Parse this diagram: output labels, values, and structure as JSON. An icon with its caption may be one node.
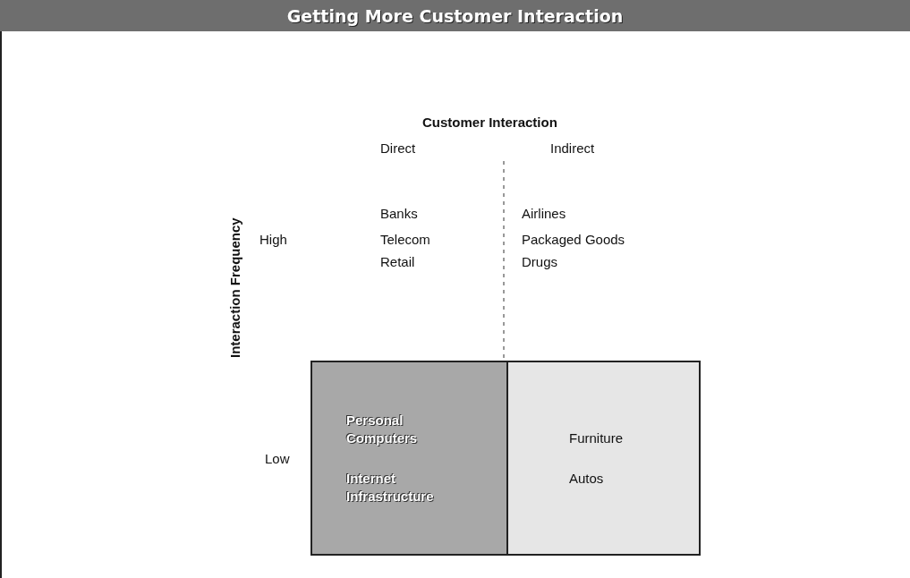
{
  "diagram": {
    "title": "Getting More Customer Interaction",
    "nodes": [
      {
        "text": [
          "Personal Computers",
          "Internet Infrastructure"
        ]
      },
      {
        "text": [
          "Furniture",
          "Autos"
        ]
      }
    ],
    "labels": [
      "Customer Interaction",
      "Direct",
      "Indirect",
      "Banks",
      "Airlines",
      "Interaction Frequency",
      "High",
      "Telecom",
      "Packaged Goods",
      "Retail",
      "Drugs",
      "Low"
    ]
  }
}
